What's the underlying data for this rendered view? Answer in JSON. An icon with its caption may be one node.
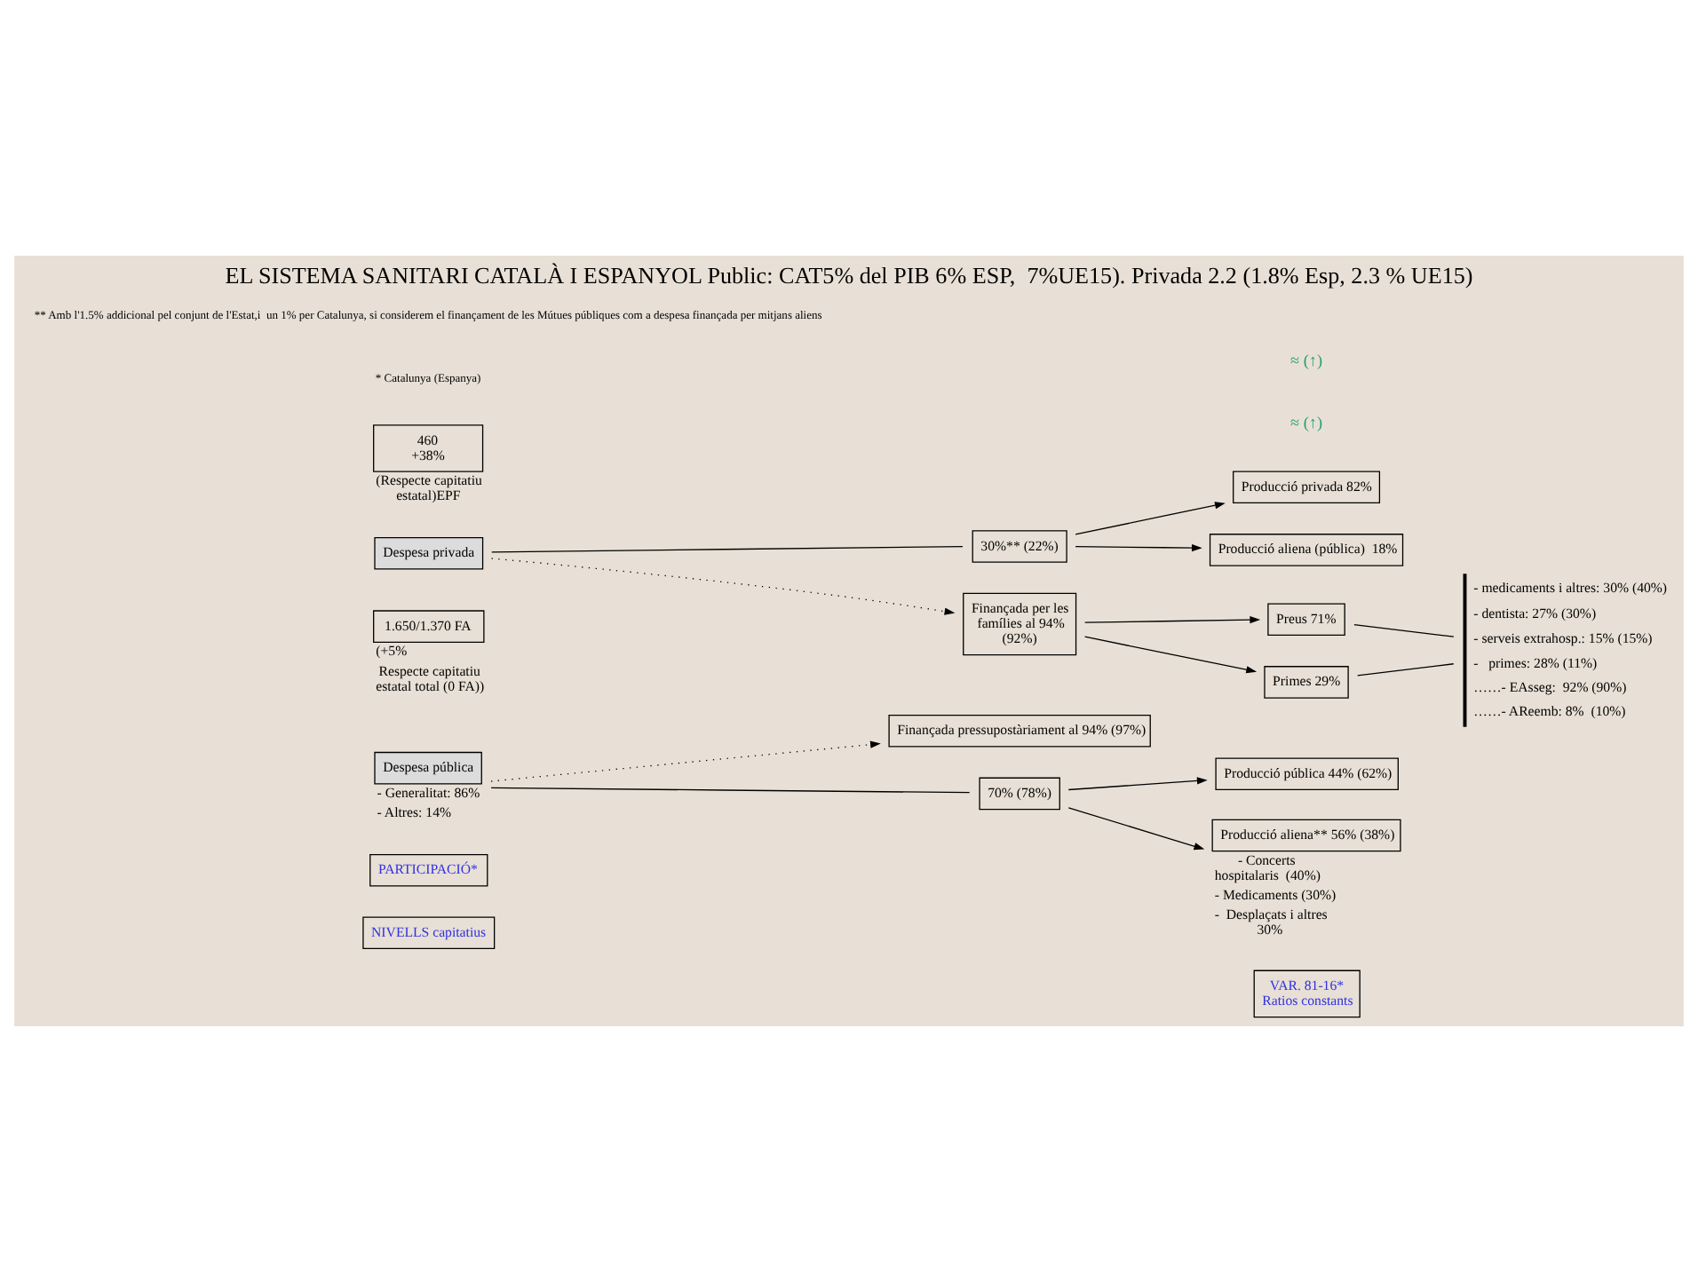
{
  "diagram": {
    "title": "EL SISTEMA SANITARI CATALÀ I ESPANYOL Public: CAT5% del PIB 6% ESP,  7%UE15). Privada 2.2 (1.8% Esp, 2.3 % UE15)",
    "nodes": [
      {
        "text": [
          "NIVELLS capitatius"
        ]
      },
      {
        "text": [
          "PARTICIPACIÓ*"
        ]
      },
      {
        "text": [
          "VAR. 81-16*",
          "Ratios constants"
        ]
      },
      {
        "text": [
          "Finançada pressupostàriament al 94% (97%)"
        ]
      },
      {
        "text": [
          "1.650/1.370 FA"
        ],
        "beside": [
          "(+5%",
          "Respecte capitatiu estatal total (0 FA))"
        ]
      },
      {
        "text": [
          "Despesa pública"
        ],
        "beside": [
          "- Generalitat: 86%",
          "- Altres: 14%"
        ]
      },
      {
        "text": [
          "70% (78%)"
        ]
      },
      {
        "text": [
          "Producció pública 44% (62%)"
        ]
      },
      {
        "text": [
          "Producció aliena** 56% (38%)"
        ],
        "beside": [
          "- Concerts hospitalaris  (40%)",
          "- Medicaments (30%)",
          "-  Desplaçats i altres 30%"
        ]
      },
      {
        "text": [
          "Despesa privada"
        ]
      },
      {
        "text": [
          "30%** (22%)"
        ]
      },
      {
        "text": [
          "Producció privada 82%"
        ]
      },
      {
        "text": [
          "Producció aliena (pública)  18%"
        ]
      },
      {
        "text": [
          "460",
          "+38%"
        ],
        "beside": [
          "(Respecte capitatiu estatal)EPF"
        ]
      },
      {
        "text": [
          "Finançada per les famílies al 94% (92%)"
        ]
      },
      {
        "text": [
          "Preus 71%"
        ]
      },
      {
        "text": [
          "Primes 29%"
        ]
      },
      {
        "text": [],
        "shape": "bar",
        "beside": [
          "- medicaments i altres: 30% (40%)",
          "- dentista: 27% (30%)",
          "- serveis extrahosp.: 15% (15%)",
          "-   primes: 28% (11%)",
          "……- EAsseg:  92% (90%)",
          "……- AReemb: 8%  (10%)"
        ]
      }
    ],
    "edges": [
      {
        "from": 5,
        "to": 3,
        "arrow": "to",
        "style": "dashed"
      },
      {
        "from": 5,
        "to": 6,
        "arrow": "none"
      },
      {
        "from": 6,
        "to": 7,
        "arrow": "to"
      },
      {
        "from": 6,
        "to": 8,
        "arrow": "to"
      },
      {
        "from": 9,
        "to": 10,
        "arrow": "none"
      },
      {
        "from": 10,
        "to": 11,
        "arrow": "to"
      },
      {
        "from": 10,
        "to": 12,
        "arrow": "to"
      },
      {
        "from": 9,
        "to": 14,
        "arrow": "to",
        "style": "dashed"
      },
      {
        "from": 14,
        "to": 15,
        "arrow": "to"
      },
      {
        "from": 14,
        "to": 16,
        "arrow": "to"
      },
      {
        "from": 15,
        "to": 17,
        "arrow": "none"
      },
      {
        "from": 16,
        "to": 17,
        "arrow": "none"
      }
    ],
    "labels": [
      "≈ (↑)",
      "≈ (↑)",
      "* Catalunya (Espanya)",
      "** Amb l'1.5% addicional pel conjunt de l'Estat,i  un 1% per Catalunya, si considerem el finançament de les Mútues públiques com a despesa finançada per mitjans aliens"
    ]
  }
}
